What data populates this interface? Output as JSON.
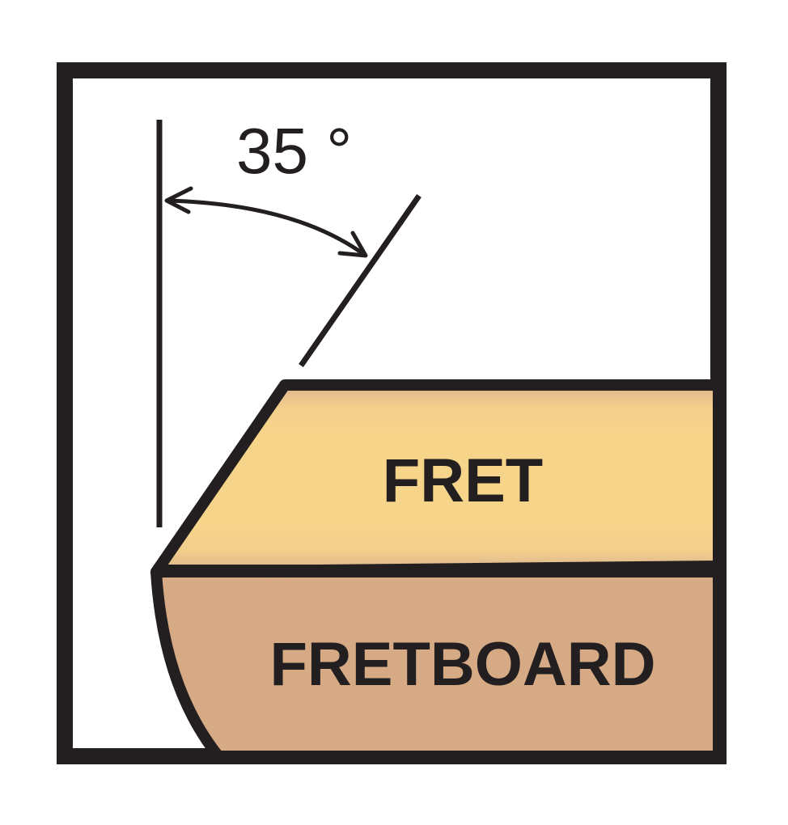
{
  "diagram": {
    "angle_label": "35 °",
    "angle_degrees": 35,
    "fret_label": "FRET",
    "fretboard_label": "FRETBOARD",
    "colors": {
      "outline": "#231f20",
      "background": "#ffffff",
      "fret_fill": "#f6d48a",
      "fret_edge_shade": "#dcb48e",
      "fretboard_fill": "#d6aa84"
    }
  }
}
